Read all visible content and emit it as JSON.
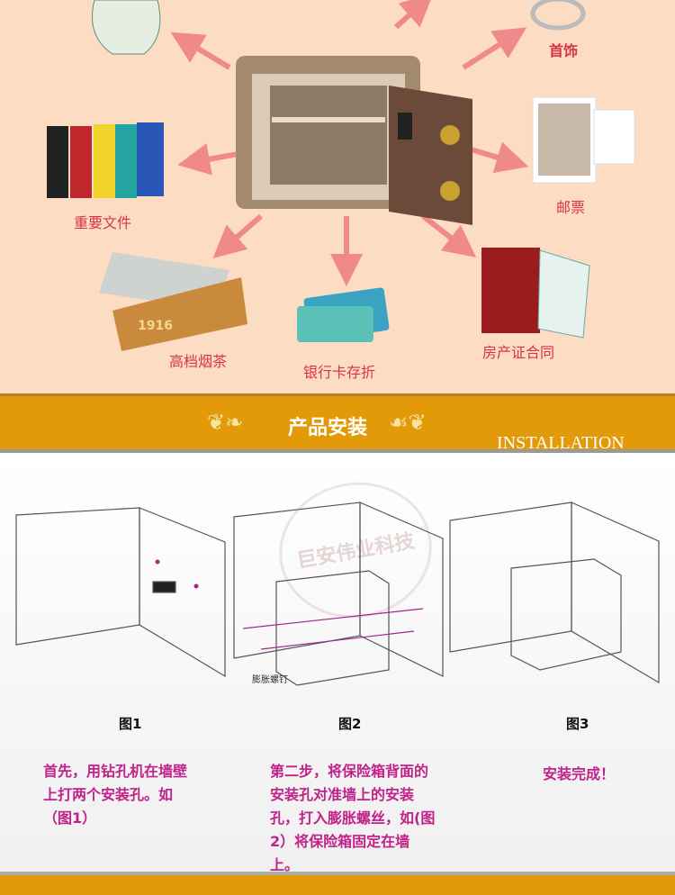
{
  "items": {
    "jewelry": "首饰",
    "stamps": "邮票",
    "documents": "重要文件",
    "tea": "高档烟茶",
    "bank": "银行卡存折",
    "deed": "房产证合同",
    "tea_box_text": "1916"
  },
  "banner": {
    "title": "产品安装",
    "subtitle": "INSTALLATION"
  },
  "watermark": "巨安伟业科技",
  "install": {
    "screw_label": "膨胀螺钉",
    "figures": [
      "图1",
      "图2",
      "图3"
    ],
    "steps": [
      "首先，用钻孔机在墙壁上打两个安装孔。如（图1）",
      "第二步，将保险箱背面的安装孔对准墙上的安装孔，打入膨胀螺丝，如(图2）将保险箱固定在墙上。",
      "安装完成！"
    ]
  }
}
